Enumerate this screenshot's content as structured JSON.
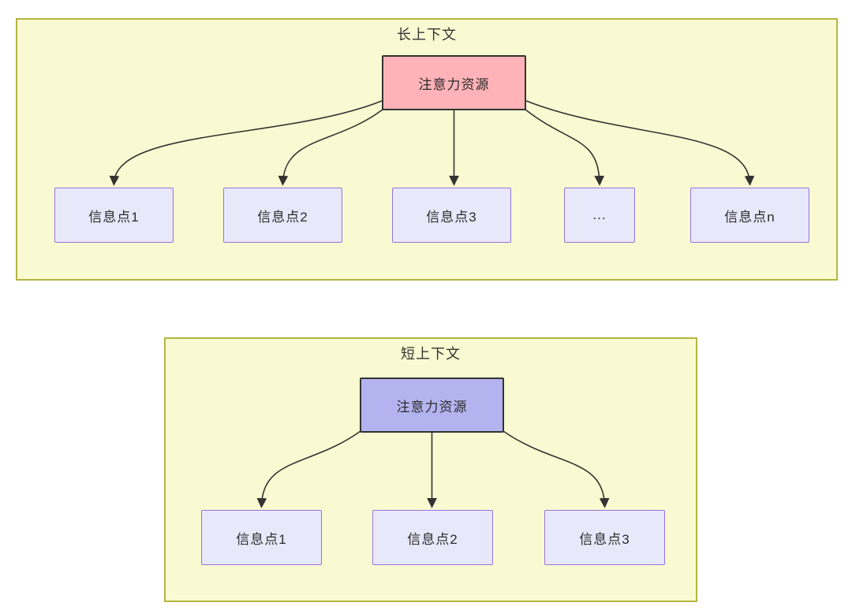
{
  "diagram": {
    "panels": [
      {
        "title": "长上下文",
        "attention": {
          "label": "注意力资源"
        },
        "items": [
          {
            "label": "信息点1"
          },
          {
            "label": "信息点2"
          },
          {
            "label": "信息点3"
          },
          {
            "label": "..."
          },
          {
            "label": "信息点n"
          }
        ]
      },
      {
        "title": "短上下文",
        "attention": {
          "label": "注意力资源"
        },
        "items": [
          {
            "label": "信息点1"
          },
          {
            "label": "信息点2"
          },
          {
            "label": "信息点3"
          }
        ]
      }
    ]
  },
  "colors": {
    "panel_background": "#fafad2",
    "panel_border": "#b5b542",
    "attention_long_fill": "#ffb3b8",
    "attention_short_fill": "#b3b3ef",
    "attention_border": "#333333",
    "info_fill": "#e8e8fb",
    "info_border": "#9673d9",
    "arrow": "#333333",
    "text": "#2b2b2b"
  }
}
